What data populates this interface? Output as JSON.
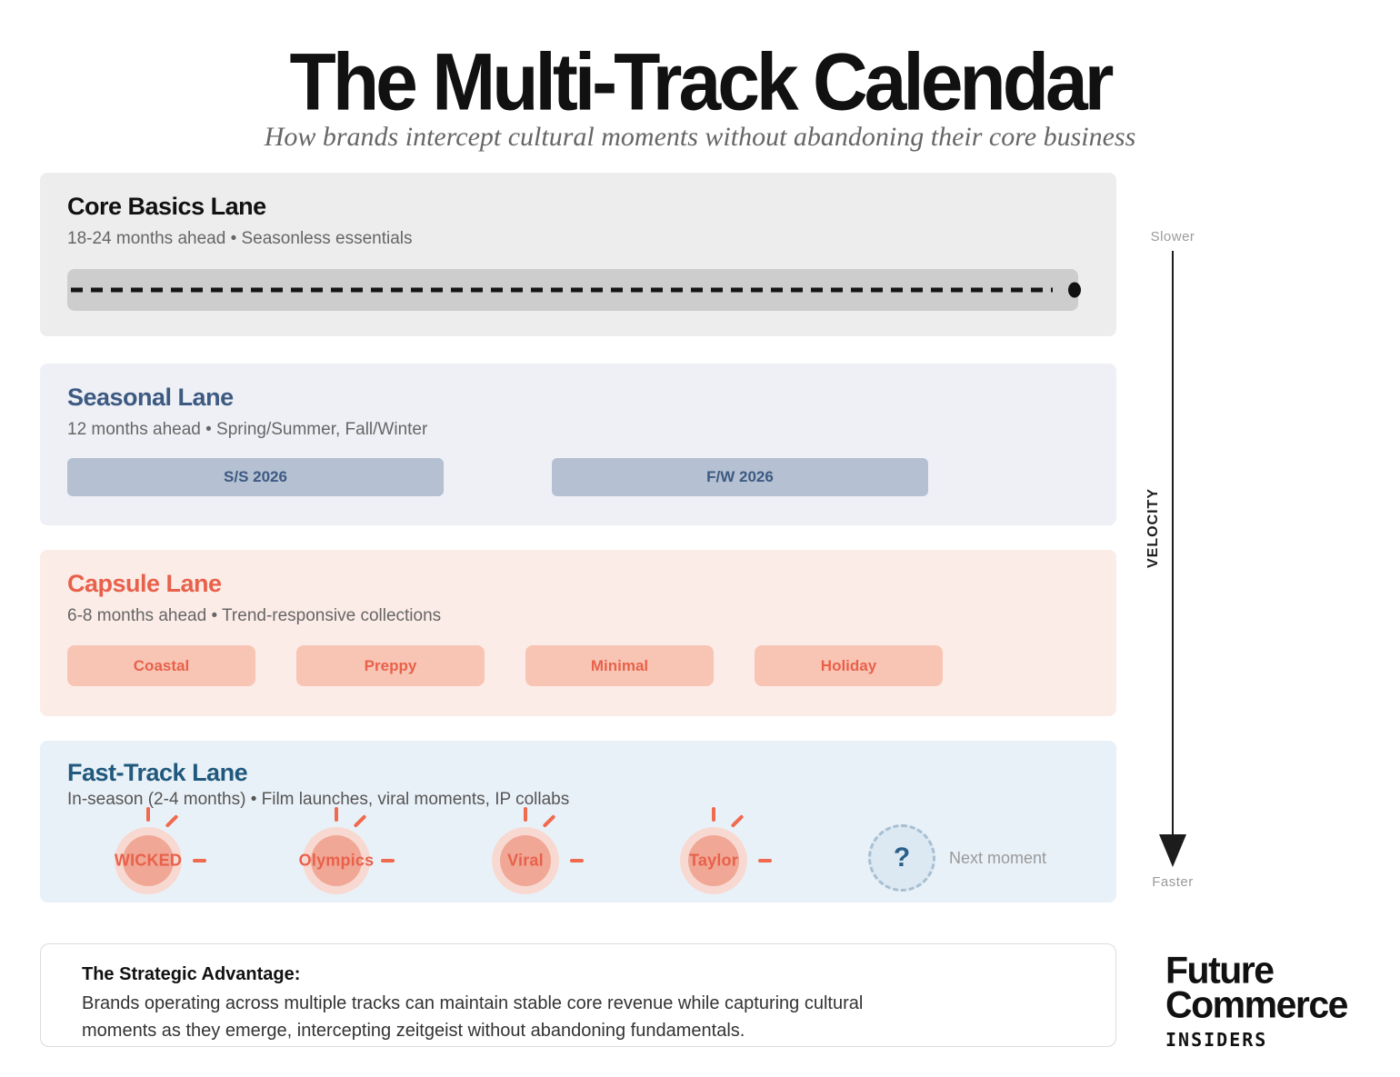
{
  "header": {
    "title": "The Multi-Track Calendar",
    "subtitle": "How brands intercept cultural moments without abandoning their core business"
  },
  "lanes": {
    "core": {
      "title": "Core Basics Lane",
      "subtitle": "18-24 months ahead • Seasonless essentials"
    },
    "seasonal": {
      "title": "Seasonal Lane",
      "subtitle": "12 months ahead • Spring/Summer, Fall/Winter",
      "bars": [
        "S/S 2026",
        "F/W 2026"
      ]
    },
    "capsule": {
      "title": "Capsule Lane",
      "subtitle": "6-8 months ahead • Trend-responsive collections",
      "bars": [
        "Coastal",
        "Preppy",
        "Minimal",
        "Holiday"
      ]
    },
    "fast": {
      "title": "Fast-Track Lane",
      "subtitle": "In-season (2-4 months) • Film launches, viral moments, IP collabs",
      "moments": [
        "WICKED",
        "Olympics",
        "Viral",
        "Taylor"
      ],
      "next": {
        "symbol": "?",
        "label": "Next moment"
      }
    }
  },
  "velocity": {
    "label": "VELOCITY",
    "top": "Slower",
    "bottom": "Faster"
  },
  "advantage": {
    "title": "The Strategic Advantage:",
    "body": "Brands operating across multiple tracks can maintain stable core revenue while capturing cultural moments as they emerge, intercepting zeitgeist without abandoning fundamentals."
  },
  "logo": {
    "line1": "Future",
    "line2": "Commerce",
    "line3": "INSIDERS"
  },
  "colors": {
    "coral_accent": "#e8614b",
    "seasonal_navy": "#3d5a82",
    "fast_blue": "#20597d",
    "core_lane_bg": "#ededed",
    "seasonal_lane_bg": "#eef0f5",
    "capsule_lane_bg": "#fcece7",
    "fast_lane_bg": "#e9f1f8",
    "core_bar": "#cdcdcd",
    "seasonal_bar": "#b5c0d2",
    "capsule_bar": "#f8c5b4",
    "burst_outer": "#f8d9d1",
    "burst_inner": "#f0a795",
    "next_circle_bg": "#dde9f2",
    "next_question": "#2a6089",
    "text_gray": "#666666"
  }
}
